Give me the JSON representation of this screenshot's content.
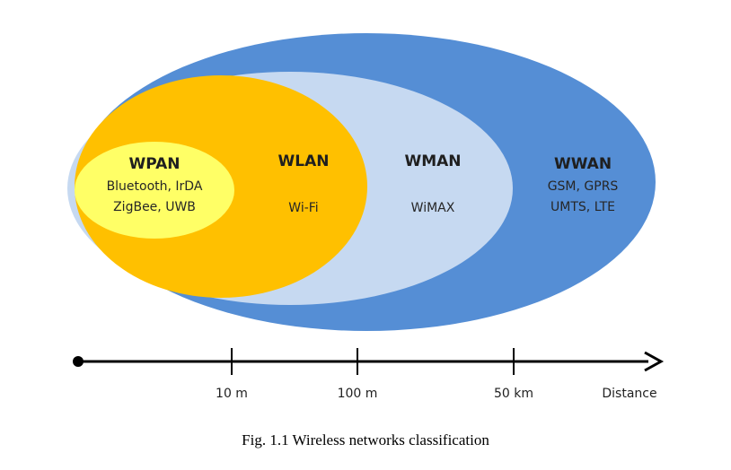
{
  "zones": {
    "wwan": {
      "title": "WWAN",
      "tech": [
        "GSM, GPRS",
        "UMTS, LTE"
      ],
      "color": "#558ed5"
    },
    "wman": {
      "title": "WMAN",
      "tech": [
        "WiMAX"
      ],
      "color": "#c6d9f1"
    },
    "wlan": {
      "title": "WLAN",
      "tech": [
        "Wi-Fi"
      ],
      "color": "#ffc000"
    },
    "wpan": {
      "title": "WPAN",
      "tech": [
        "Bluetooth, IrDA",
        "ZigBee, UWB"
      ],
      "color": "#ffff66"
    }
  },
  "axis": {
    "ticks": [
      "10 m",
      "100 m",
      "50 km"
    ],
    "end_label": "Distance"
  },
  "caption": "Fig. 1.1 Wireless networks classification"
}
